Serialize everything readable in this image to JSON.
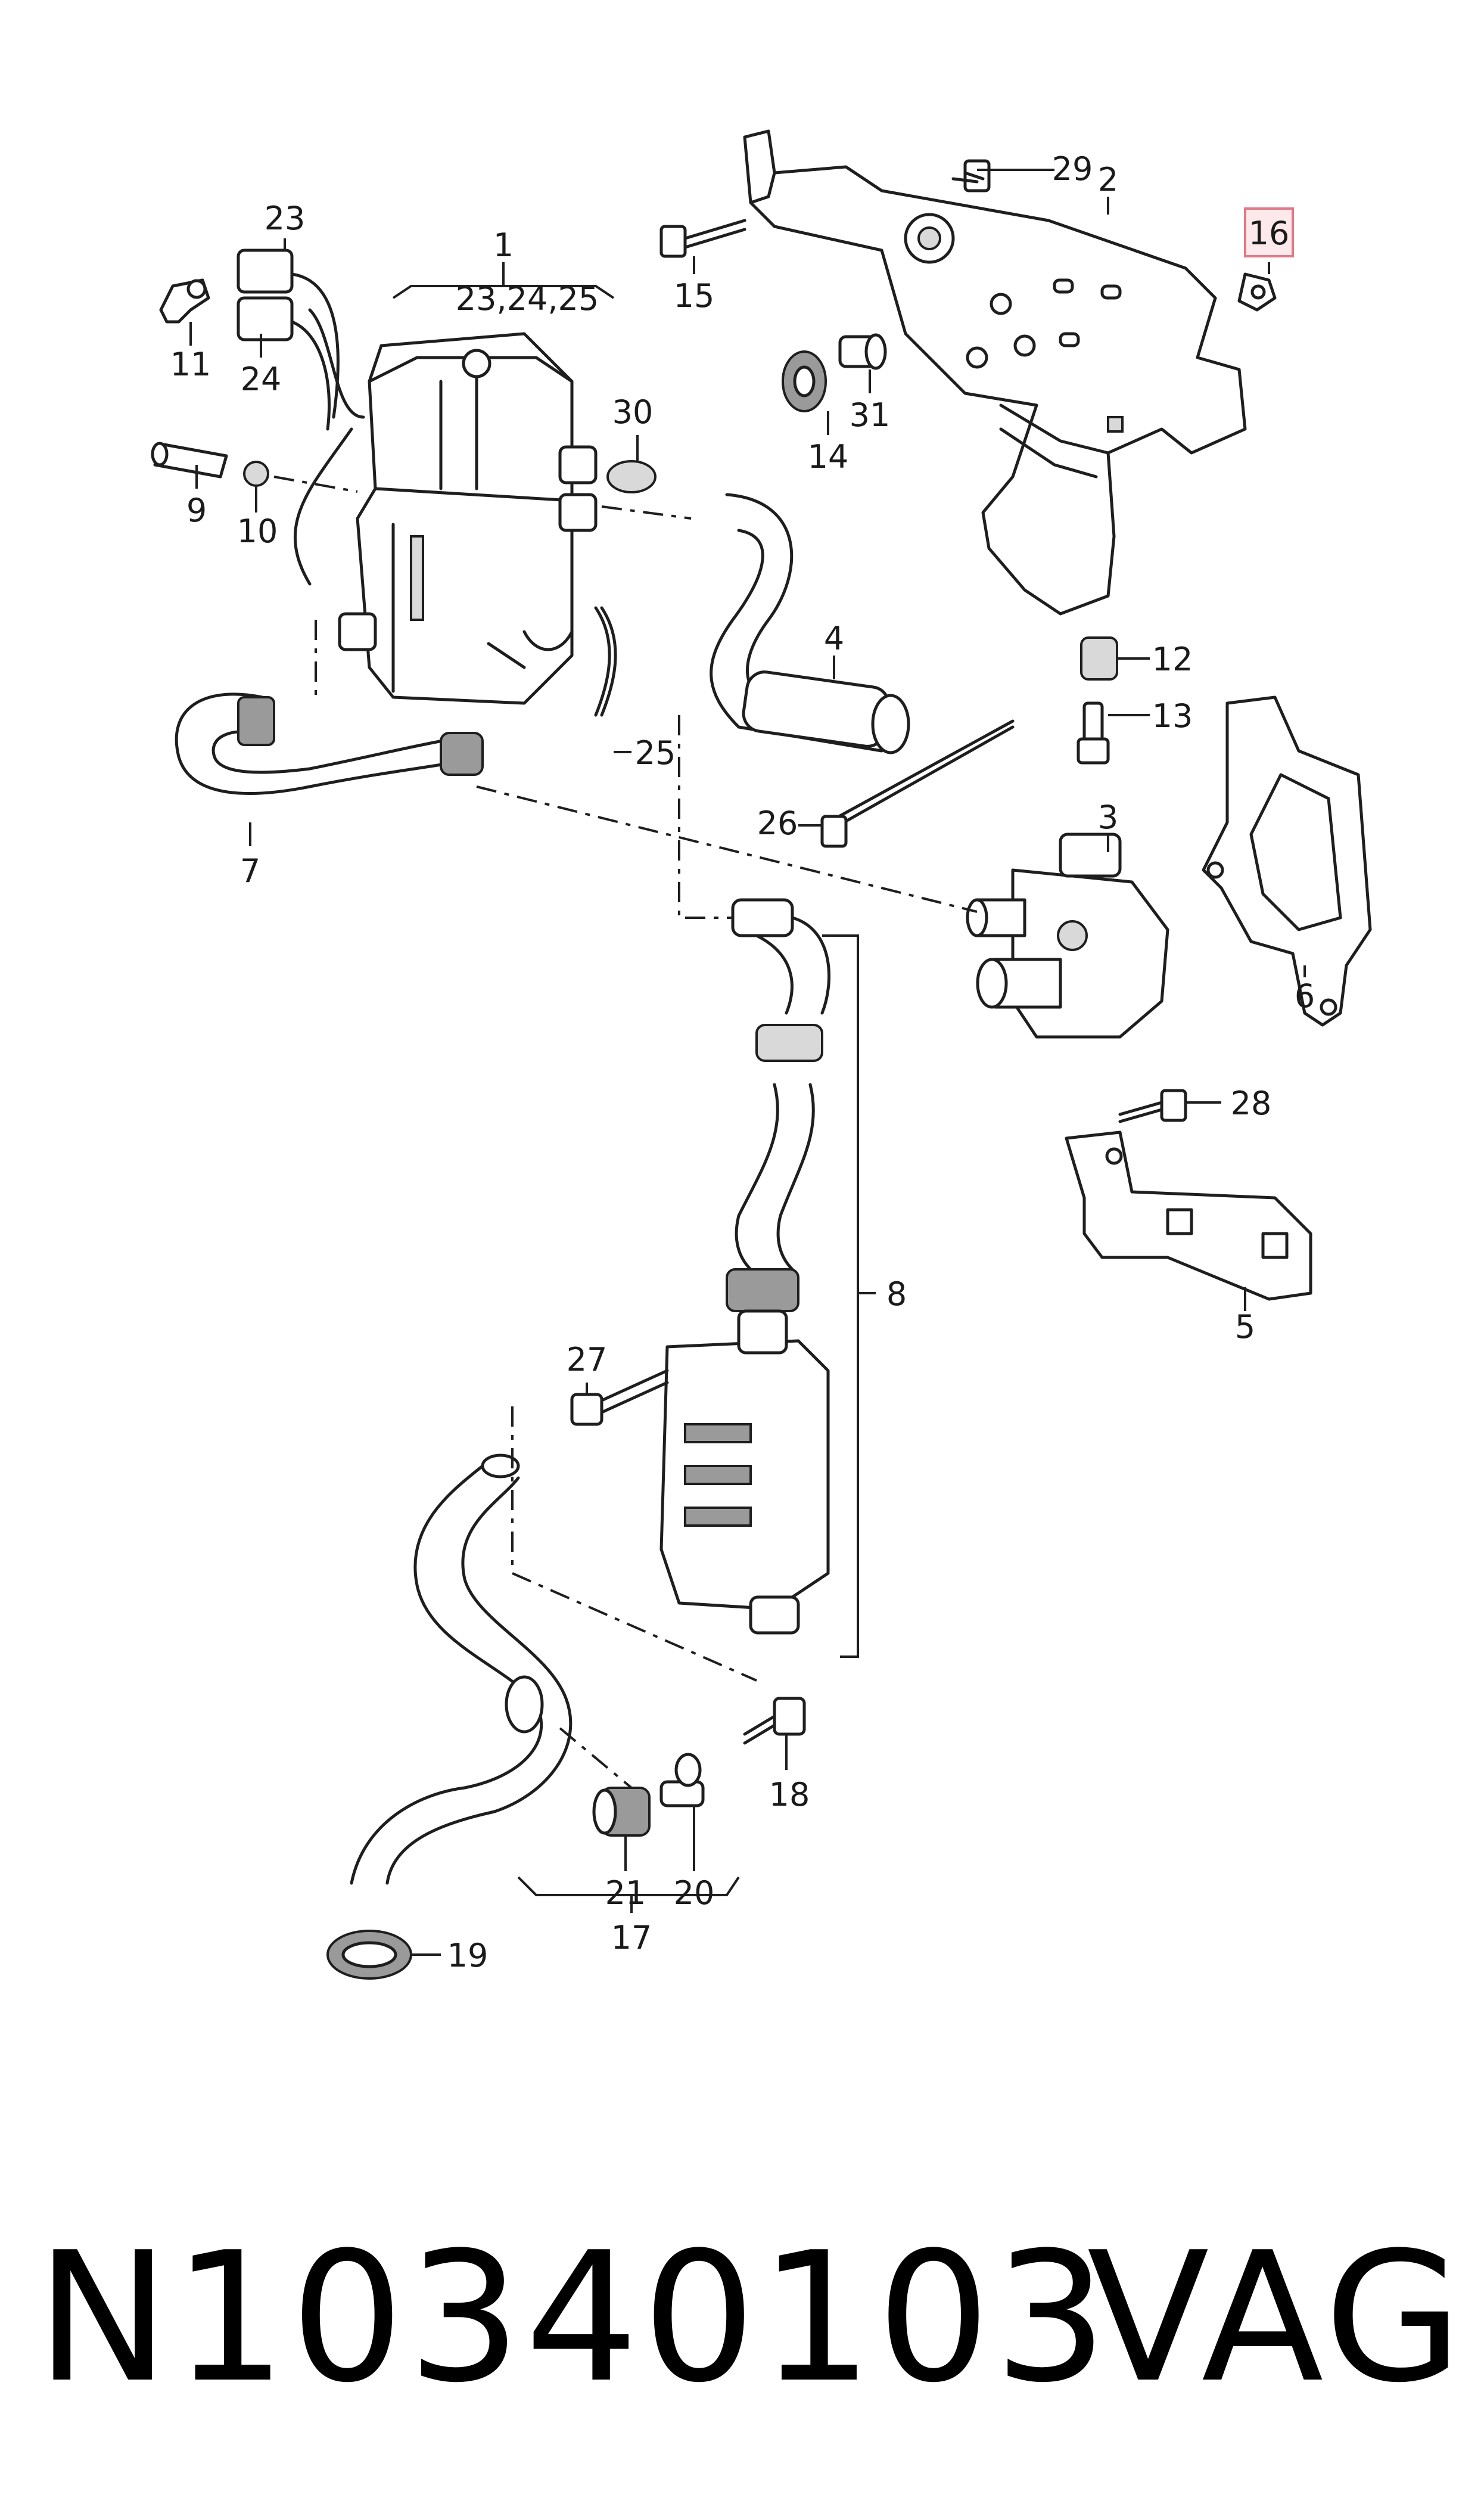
{
  "callouts": {
    "c1": "1",
    "c1_sub": "23,24,25",
    "c2": "2",
    "c3": "3",
    "c4": "4",
    "c5": "5",
    "c6": "6",
    "c7": "7",
    "c8": "8",
    "c9": "9",
    "c10": "10",
    "c11": "11",
    "c12": "12",
    "c13": "13",
    "c14": "14",
    "c15": "15",
    "c16": "16",
    "c17": "17",
    "c18": "18",
    "c19": "19",
    "c20": "20",
    "c21": "21",
    "c23": "23",
    "c24": "24",
    "c25": "25",
    "c26": "26",
    "c27": "27",
    "c28": "28",
    "c29": "29",
    "c30": "30",
    "c31": "31"
  },
  "highlighted_callout": "16",
  "colors": {
    "highlight_fill": "#fde9ec",
    "highlight_border": "#e07a87"
  },
  "footer": {
    "part_number": "N10340103",
    "brand": "VAG"
  }
}
